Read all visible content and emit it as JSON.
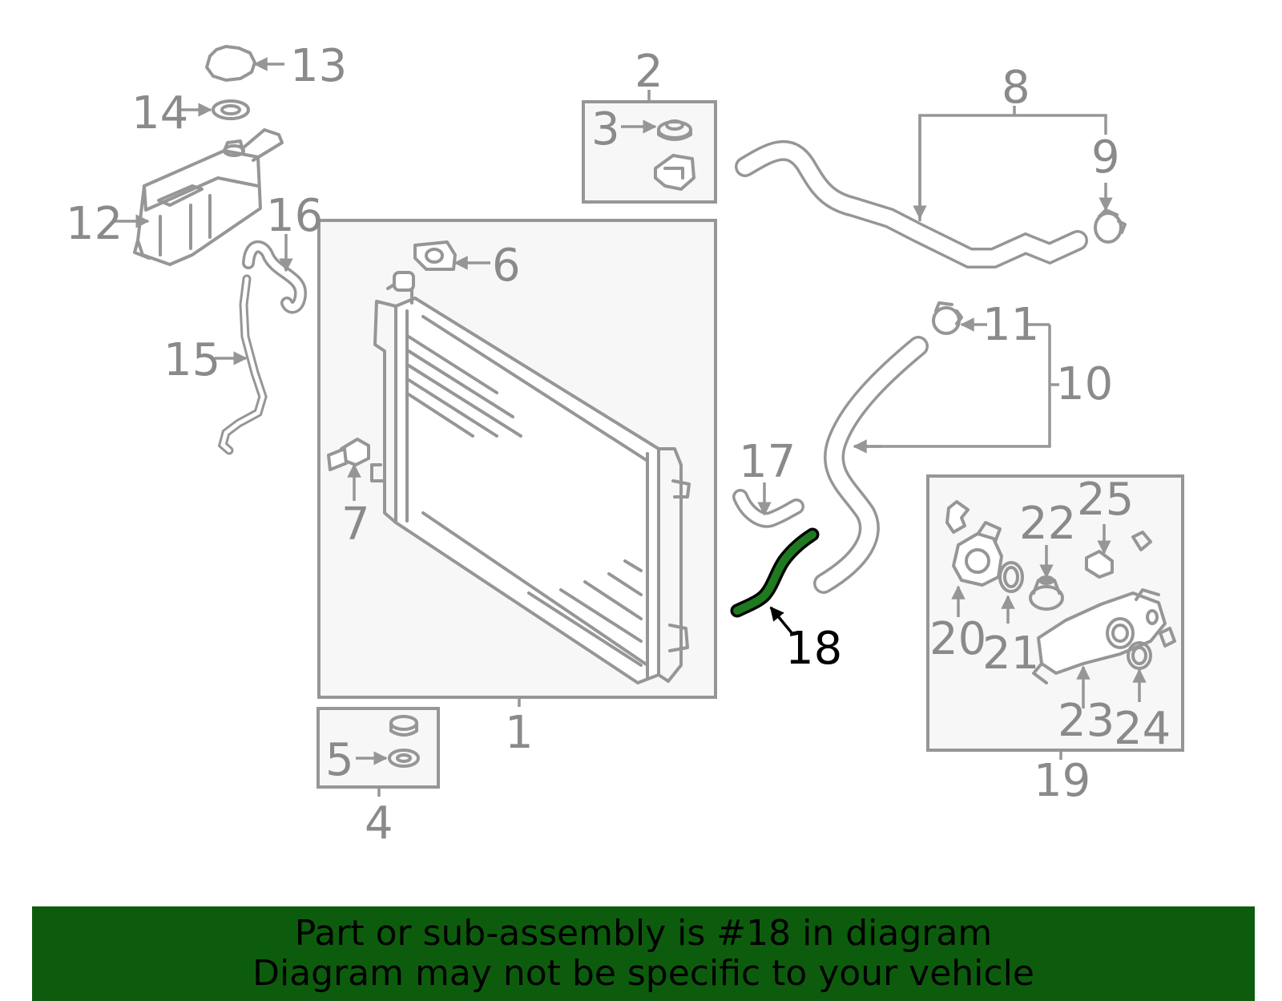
{
  "diagram": {
    "highlighted_part": "18",
    "highlight_color": "#1f7a1f",
    "callouts": [
      "1",
      "2",
      "3",
      "4",
      "5",
      "6",
      "7",
      "8",
      "9",
      "10",
      "11",
      "12",
      "13",
      "14",
      "15",
      "16",
      "17",
      "18",
      "19",
      "20",
      "21",
      "22",
      "23",
      "24",
      "25"
    ]
  },
  "banner": {
    "line1": "Part or sub-assembly is #18 in diagram",
    "line2": "Diagram may not be specific to your vehicle",
    "background_color": "#0d5c0d"
  }
}
